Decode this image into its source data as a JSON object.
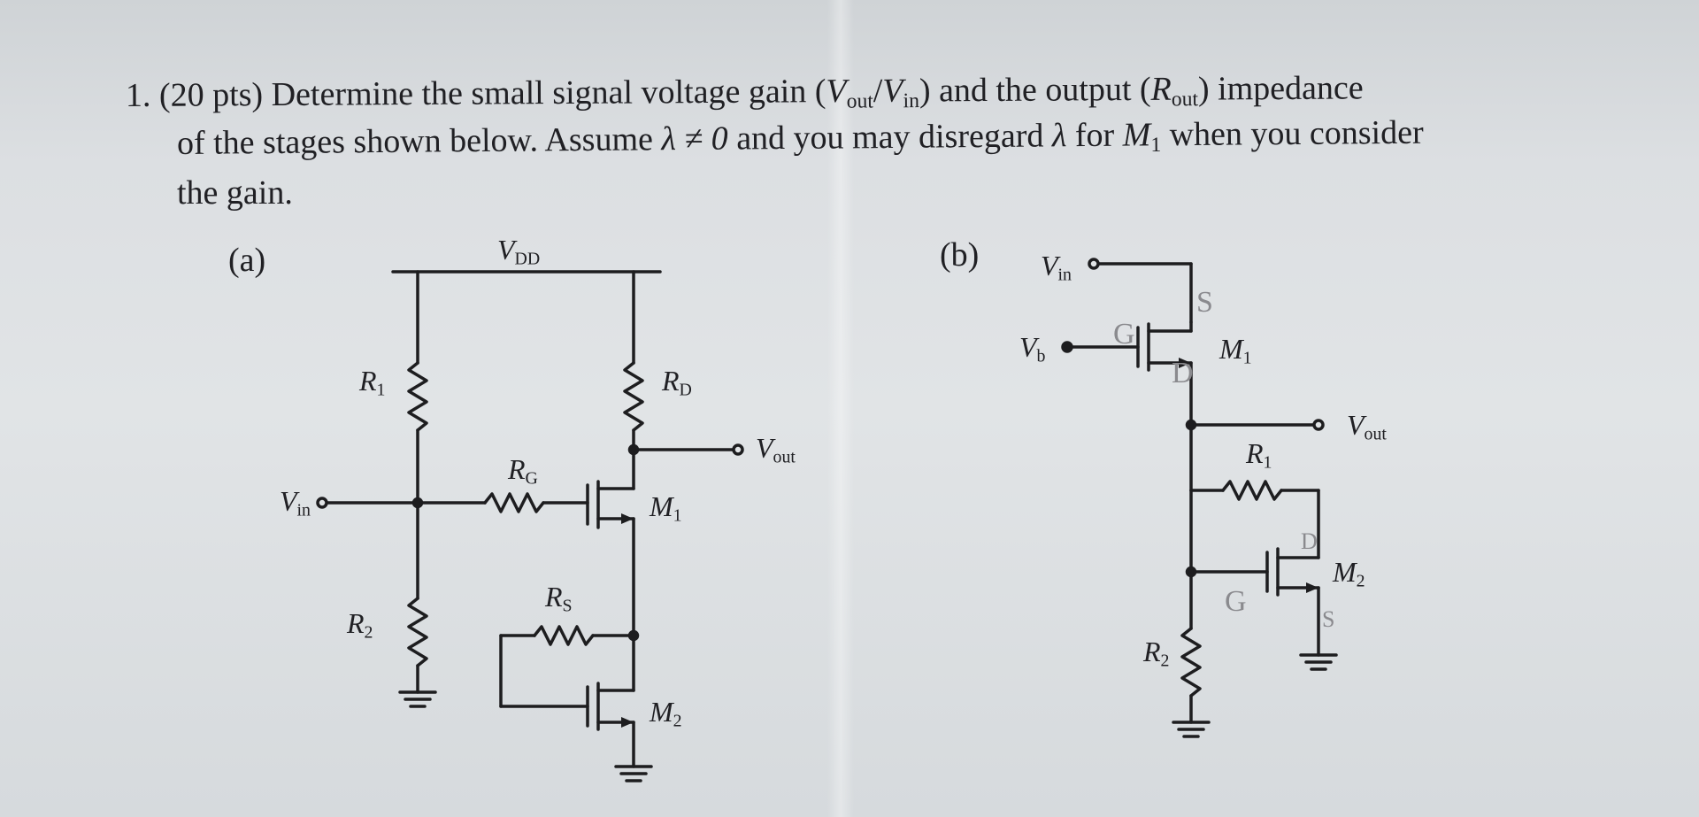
{
  "question": {
    "number": "1.",
    "points": "(20 pts)",
    "line1_text": "Determine the small signal voltage gain (",
    "vout_sym": "V",
    "vout_sub": "out",
    "slash": "/",
    "vin_sym": "V",
    "vin_sub": "in",
    "line1_mid": ") and the output (",
    "rout_sym": "R",
    "rout_sub": "out",
    "line1_end": ") impedance",
    "line2_text": "of the stages shown below. Assume ",
    "lambda_cond": "λ ≠ 0",
    "line2_mid": " and you may disregard ",
    "lambda": "λ",
    "line2_for": " for ",
    "m1_sym": "M",
    "m1_sub": "1",
    "line2_end": " when you consider",
    "line3_text": "the gain."
  },
  "circuit_a": {
    "label": "(a)",
    "vdd_sym": "V",
    "vdd_sub": "DD",
    "r1_sym": "R",
    "r1_sub": "1",
    "r2_sym": "R",
    "r2_sub": "2",
    "rd_sym": "R",
    "rd_sub": "D",
    "rg_sym": "R",
    "rg_sub": "G",
    "rs_sym": "R",
    "rs_sub": "S",
    "m1_sym": "M",
    "m1_sub": "1",
    "m2_sym": "M",
    "m2_sub": "2",
    "vin_sym": "V",
    "vin_sub": "in",
    "vout_sym": "V",
    "vout_sub": "out"
  },
  "circuit_b": {
    "label": "(b)",
    "vin_sym": "V",
    "vin_sub": "in",
    "vb_sym": "V",
    "vb_sub": "b",
    "m1_sym": "M",
    "m1_sub": "1",
    "m2_sym": "M",
    "m2_sub": "2",
    "r1_sym": "R",
    "r1_sub": "1",
    "r2_sym": "R",
    "r2_sub": "2",
    "vout_sym": "V",
    "vout_sub": "out"
  },
  "handwritten_notes": {
    "m1_source": "S",
    "m1_gate": "G",
    "m1_drain": "D",
    "m2_gate": "G",
    "m2_drain": "D",
    "m2_source": "S"
  },
  "colors": {
    "ink": "#1d1d1f",
    "pencil": "#8a8a8e",
    "paper": "#e1e4e6"
  }
}
